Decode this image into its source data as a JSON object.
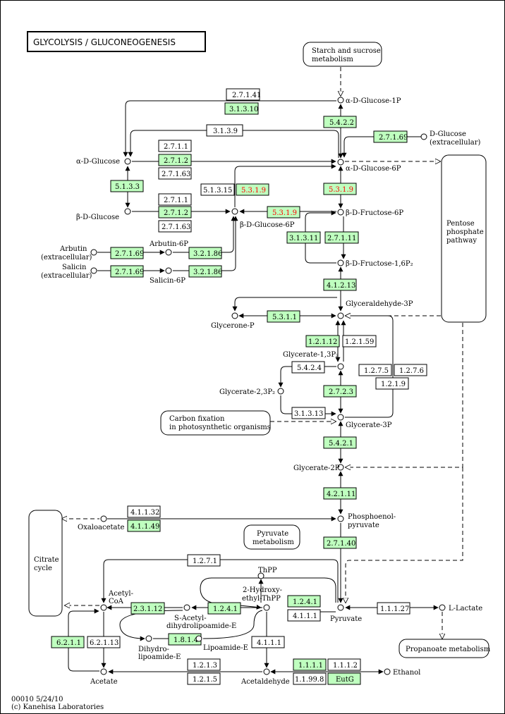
{
  "title": "GLYCOLYSIS / GLUCONEOGENESIS",
  "footer": {
    "line1": "00010 5/24/10",
    "line2": "(c) Kanehisa Laboratories"
  },
  "pathways": {
    "starch": [
      "Starch and sucrose",
      "metabolism"
    ],
    "pentose": [
      "Pentose",
      "phosphate",
      "pathway"
    ],
    "carbon": [
      "Carbon fixation",
      "in photosynthetic organisms"
    ],
    "pyruvate_met": [
      "Pyruvate",
      "metabolism"
    ],
    "citrate": [
      "Citrate",
      "cycle"
    ],
    "propanoate": [
      "Propanoate metabolism"
    ]
  },
  "compounds": {
    "a_glc_1p": "α-D-Glucose-1P",
    "d_glucose": [
      "D-Glucose",
      "(extracellular)"
    ],
    "a_glucose": "α-D-Glucose",
    "a_glc_6p": "α-D-Glucose-6P",
    "b_glucose": "β-D-Glucose",
    "b_glc_6p": "β-D-Glucose-6P",
    "b_fru_6p": "β-D-Fructose-6P",
    "arbutin": [
      "Arbutin",
      "(extracellular)"
    ],
    "arbutin_6p": "Arbutin-6P",
    "salicin": [
      "Salicin",
      "(extracellular)"
    ],
    "salicin_6p": "Salicin-6P",
    "b_fru_16p2": "β-D-Fructose-1,6P₂",
    "gap": "Glyceraldehyde-3P",
    "glycerone_p": "Glycerone-P",
    "g13p2": "Glycerate-1,3P₂",
    "g23p2": "Glycerate-2,3P₂",
    "g3p": "Glycerate-3P",
    "g2p": "Glycerate-2P",
    "pep": [
      "Phosphoenol-",
      "pyruvate"
    ],
    "oxaloacetate": "Oxaloacetate",
    "thpp": "ThPP",
    "hydroxyethyl": [
      "2-Hydroxy-",
      "ethyl-ThPP"
    ],
    "acetyl_coa": [
      "Acetyl-",
      "CoA"
    ],
    "s_acetyl": [
      "S-Acetyl-",
      "dihydrolipoamide-E"
    ],
    "dihydrolipoamide": [
      "Dihydro-",
      "lipoamide-E"
    ],
    "lipoamide": "Lipoamide-E",
    "pyruvate": "Pyruvate",
    "l_lactate": "L-Lactate",
    "acetate": "Acetate",
    "acetaldehyde": "Acetaldehyde",
    "ethanol": "Ethanol"
  },
  "enzymes": {
    "e_27141": "2.7.1.41",
    "e_31310": "3.1.3.10",
    "e_5422": "5.4.2.2",
    "e_3139": "3.1.3.9",
    "e_27169a": "2.7.1.69",
    "e_2711a": "2.7.1.1",
    "e_2712a": "2.7.1.2",
    "e_27163a": "2.7.1.63",
    "e_5133": "5.1.3.3",
    "e_51315": "5.1.3.15",
    "e_5319a": "5.3.1.9",
    "e_5319b": "5.3.1.9",
    "e_5319c": "5.3.1.9",
    "e_2711b": "2.7.1.1",
    "e_2712b": "2.7.1.2",
    "e_27163b": "2.7.1.63",
    "e_27169b": "2.7.1.69",
    "e_32186a": "3.2.1.86",
    "e_27169c": "2.7.1.69",
    "e_32186b": "3.2.1.86",
    "e_31311": "3.1.3.11",
    "e_27111": "2.7.1.11",
    "e_41213": "4.1.2.13",
    "e_5311": "5.3.1.1",
    "e_12112": "1.2.1.12",
    "e_12159": "1.2.1.59",
    "e_5424": "5.4.2.4",
    "e_1275": "1.2.7.5",
    "e_1276": "1.2.7.6",
    "e_1219": "1.2.1.9",
    "e_2723": "2.7.2.3",
    "e_31313": "3.1.3.13",
    "e_5421": "5.4.2.1",
    "e_42111": "4.2.1.11",
    "e_41132": "4.1.1.32",
    "e_41149": "4.1.1.49",
    "e_27140": "2.7.1.40",
    "e_1271": "1.2.7.1",
    "e_23112": "2.3.1.12",
    "e_1241": "1.2.4.1",
    "e_1241b": "1.2.4.1",
    "e_4111a": "4.1.1.1",
    "e_11127": "1.1.1.27",
    "e_6211": "6.2.1.1",
    "e_62113": "6.2.1.13",
    "e_1814": "1.8.1.4",
    "e_4111b": "4.1.1.1",
    "e_1213": "1.2.1.3",
    "e_1215": "1.2.1.5",
    "e_1111": "1.1.1.1",
    "e_1112": "1.1.1.2",
    "e_119998": "1.1.99.8",
    "e_eutg": "EutG"
  },
  "colors": {
    "enzyme_present": "#bfffbf",
    "enzyme_highlight_text": "#ff0000"
  }
}
